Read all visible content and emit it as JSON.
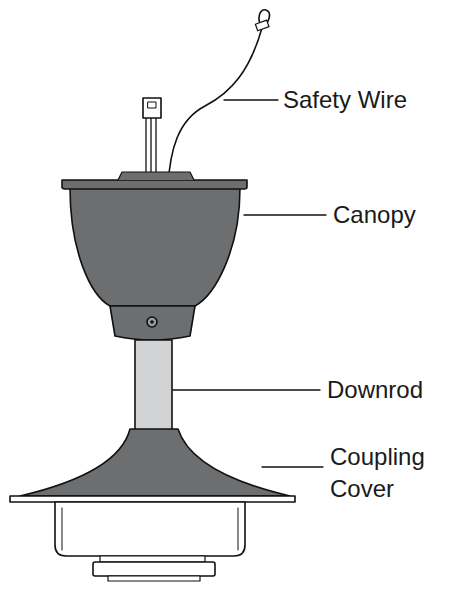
{
  "diagram": {
    "labels": [
      "Safety Wire",
      "Canopy",
      "Downrod",
      "Coupling Cover"
    ]
  }
}
